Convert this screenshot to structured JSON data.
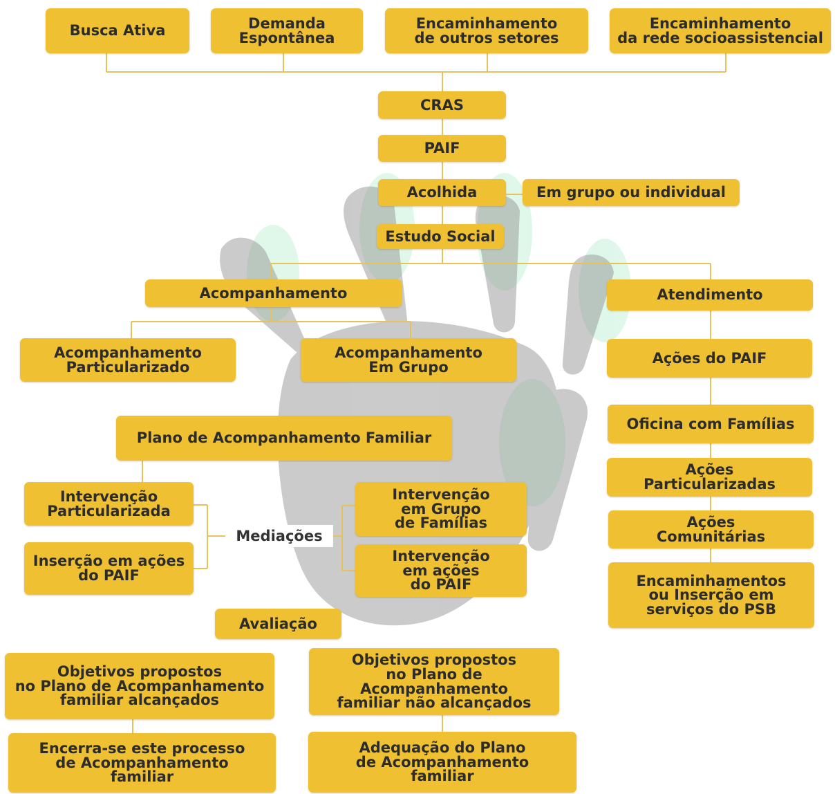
{
  "colors": {
    "box_fill": "#f0c033",
    "text": "#2c2c2c",
    "connector": "#e7c25a",
    "watermark_hand": "#8c8c8c",
    "watermark_glow": "#d6f5e3"
  },
  "watermark": {
    "icon": "hand-print-icon"
  },
  "sources": {
    "busca_ativa": "Busca Ativa",
    "demanda_espontanea": "Demanda\nEspontânea",
    "encaminhamento_outros_setores": "Encaminhamento\nde outros setores",
    "encaminhamento_rede": "Encaminhamento\nda rede socioassistencial"
  },
  "main": {
    "cras": "CRAS",
    "paif": "PAIF",
    "acolhida": "Acolhida",
    "em_grupo_ou_individual": "Em grupo ou individual",
    "estudo_social": "Estudo Social"
  },
  "acompanhamento": {
    "title": "Acompanhamento",
    "particularizado": "Acompanhamento\nParticularizado",
    "em_grupo": "Acompanhamento\nEm Grupo",
    "plano": "Plano de Acompanhamento Familiar",
    "intervencao_particularizada": "Intervenção\nParticularizada",
    "insercao_acoes_paif": "Inserção em ações\ndo PAIF",
    "mediacoes": "Mediações",
    "intervencao_grupo_familias": "Intervenção\nem Grupo\nde Famílias",
    "intervencao_acoes_paif": "Intervenção\nem ações\ndo PAIF",
    "avaliacao": "Avaliação",
    "objetivos_alcancados": "Objetivos propostos\nno Plano de Acompanhamento\nfamiliar alcançados",
    "objetivos_nao_alcancados": "Objetivos propostos\nno Plano de Acompanhamento\nfamiliar não alcançados",
    "encerra_processo": "Encerra-se este processo\nde Acompanhamento\nfamiliar",
    "adequacao_plano": "Adequação do Plano\nde Acompanhamento\nfamiliar"
  },
  "atendimento": {
    "title": "Atendimento",
    "acoes_paif": "Ações do PAIF",
    "oficina_familias": "Oficina com Famílias",
    "acoes_particularizadas": "Ações\nParticularizadas",
    "acoes_comunitarias": "Ações\nComunitárias",
    "encaminhamentos_psb": "Encaminhamentos\nou Inserção em\nserviços do PSB"
  }
}
